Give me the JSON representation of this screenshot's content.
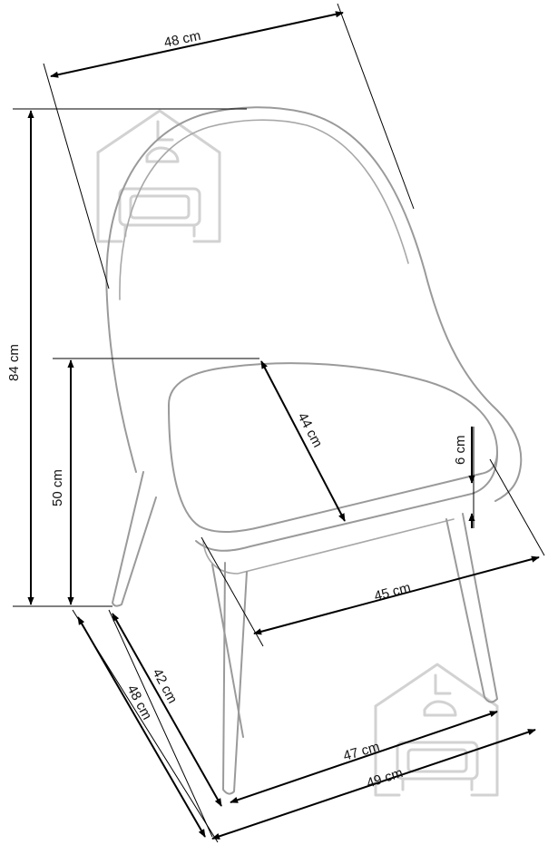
{
  "diagram": {
    "dimensions": {
      "back_width": "48 cm",
      "total_height": "84 cm",
      "seat_height": "50 cm",
      "seat_depth": "44 cm",
      "seat_thickness": "6 cm",
      "seat_width": "45 cm",
      "seat_depth_side": "42 cm",
      "total_depth": "48 cm",
      "leg_width": "47 cm",
      "total_width": "49 cm"
    },
    "colors": {
      "outline": "#9a9a9a",
      "dimension_lines": "#000000",
      "watermark": "#d2d2d2"
    },
    "icons": [
      "house-sofa-watermark-icon"
    ]
  }
}
